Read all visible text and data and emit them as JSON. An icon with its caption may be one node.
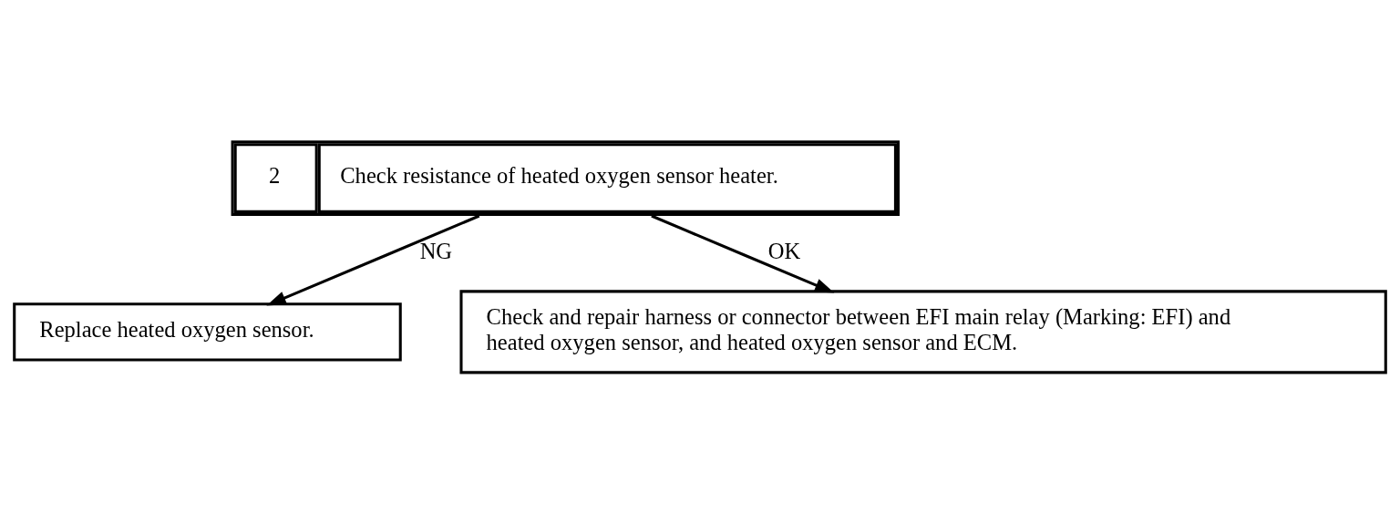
{
  "diagram": {
    "nodes": [
      {
        "text": [
          "2",
          "Check resistance of heated oxygen sensor heater."
        ]
      },
      {
        "text": [
          "Replace heated oxygen sensor."
        ]
      },
      {
        "text": [
          "Check and repair harness or connector between EFI main relay (Marking: EFI) and heated oxygen sensor, and heated oxygen sensor and ECM."
        ]
      }
    ],
    "edges": [
      {
        "from": 0,
        "to": 1,
        "arrow": "to",
        "label": "NG"
      },
      {
        "from": 0,
        "to": 2,
        "arrow": "to",
        "label": "OK"
      }
    ]
  }
}
